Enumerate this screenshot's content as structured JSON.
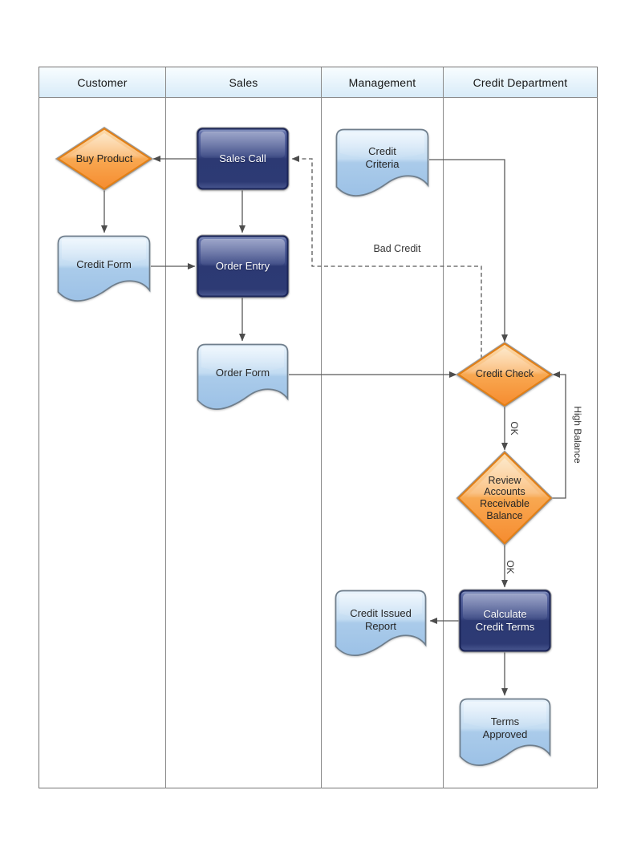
{
  "diagram": {
    "kind": "swimlane-flowchart",
    "lanes": [
      {
        "label": "Customer"
      },
      {
        "label": "Sales"
      },
      {
        "label": "Management"
      },
      {
        "label": "Credit Department"
      }
    ],
    "nodes": {
      "buy_product": {
        "label": "Buy Product",
        "type": "decision",
        "lane": "Customer"
      },
      "sales_call": {
        "label": "Sales Call",
        "type": "process",
        "lane": "Sales"
      },
      "credit_form": {
        "label": "Credit Form",
        "type": "document",
        "lane": "Customer"
      },
      "order_entry": {
        "label": "Order Entry",
        "type": "process",
        "lane": "Sales"
      },
      "credit_criteria": {
        "label": "Credit Criteria",
        "type": "document",
        "lane": "Management"
      },
      "order_form": {
        "label": "Order Form",
        "type": "document",
        "lane": "Sales"
      },
      "credit_check": {
        "label": "Credit Check",
        "type": "decision",
        "lane": "Credit Department"
      },
      "review_balance": {
        "label": "Review Accounts Receivable Balance",
        "type": "decision",
        "lane": "Credit Department"
      },
      "calculate_terms": {
        "label": "Calculate Credit Terms",
        "type": "process",
        "lane": "Credit Department"
      },
      "credit_issued_report": {
        "label": "Credit Issued Report",
        "type": "document",
        "lane": "Management"
      },
      "terms_approved": {
        "label": "Terms Approved",
        "type": "document",
        "lane": "Credit Department"
      }
    },
    "edge_labels": {
      "bad_credit": "Bad Credit",
      "ok_credit_check": "OK",
      "ok_review": "OK",
      "high_balance": "High Balance"
    },
    "colors": {
      "decision_fill": "#F79239",
      "decision_border": "#E27F15",
      "process_fill": "#2E3B77",
      "process_border": "#1B2558",
      "document_fill": "#A9CBE9",
      "document_border": "#6F7E8C",
      "lane_header_fill": "#DFF0FA",
      "connector": "#595959"
    }
  }
}
